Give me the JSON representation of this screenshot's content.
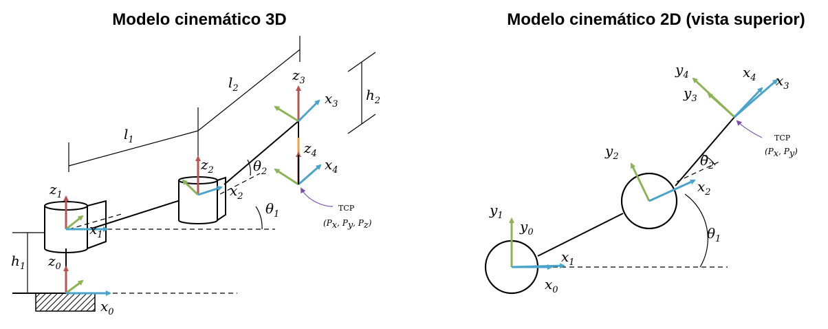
{
  "titles": {
    "left": "Modelo cinemático 3D",
    "right": "Modelo cinemático 2D (vista superior)"
  },
  "model3d": {
    "labels": {
      "l1": "l",
      "l1_sub": "1",
      "l2": "l",
      "l2_sub": "2",
      "h1": "h",
      "h1_sub": "1",
      "h2": "h",
      "h2_sub": "2",
      "z0": "z",
      "z0_sub": "0",
      "x0": "x",
      "x0_sub": "0",
      "z1": "z",
      "z1_sub": "1",
      "x1": "x",
      "x1_sub": "1",
      "z2": "z",
      "z2_sub": "2",
      "x2": "x",
      "x2_sub": "2",
      "z3": "z",
      "z3_sub": "3",
      "x3": "x",
      "x3_sub": "3",
      "z4": "z",
      "z4_sub": "4",
      "x4": "x",
      "x4_sub": "4",
      "theta1": "θ",
      "theta1_sub": "1",
      "theta2": "θ",
      "theta2_sub": "2"
    },
    "tcp": {
      "label": "TCP",
      "coords": "(P",
      "px": "x",
      "py": "y",
      "pz": "z"
    }
  },
  "model2d": {
    "labels": {
      "y0": "y",
      "y0_sub": "0",
      "x0": "x",
      "x0_sub": "0",
      "y1": "y",
      "y1_sub": "1",
      "x1": "x",
      "x1_sub": "1",
      "y2": "y",
      "y2_sub": "2",
      "x2": "x",
      "x2_sub": "2",
      "y3": "y",
      "y3_sub": "3",
      "x3": "x",
      "x3_sub": "3",
      "y4": "y",
      "y4_sub": "4",
      "x4": "x",
      "x4_sub": "4",
      "theta1": "θ",
      "theta1_sub": "1",
      "theta2": "θ",
      "theta2_sub": "2"
    },
    "tcp": {
      "label": "TCP",
      "coords": "(P",
      "px": "x",
      "py": "y"
    }
  },
  "colors": {
    "z_axis": "#b85450",
    "x_axis": "#4aa3c8",
    "y_axis": "#8db356",
    "link_highlight": "#f0a040",
    "tcp_pointer": "#7a4fb0"
  }
}
